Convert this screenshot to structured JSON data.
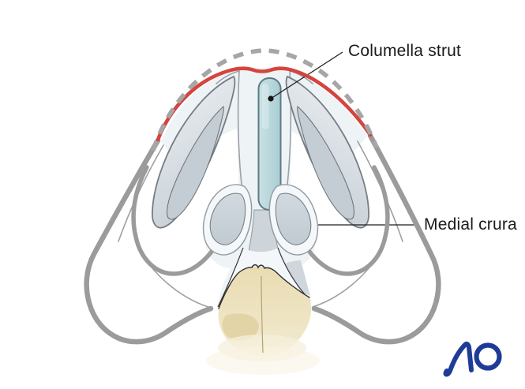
{
  "annotations": {
    "columella_strut": "Columella strut",
    "medial_crura": "Medial crura"
  },
  "logo": {
    "text": "AO"
  },
  "colors": {
    "background": "#ffffff",
    "skin_outline": "#9b9b9b",
    "dashed_outline": "#a6a6a6",
    "resection_line": "#d5443e",
    "strut_fill": "#b7d7db",
    "strut_stroke": "#5d7b85",
    "cartilage_fill": "#cbd4da",
    "tissue_tint": "#eef3f6",
    "bone_fill": "#ece0ba",
    "label_text": "#1a1a1a",
    "logo_blue": "#1e3c96"
  }
}
